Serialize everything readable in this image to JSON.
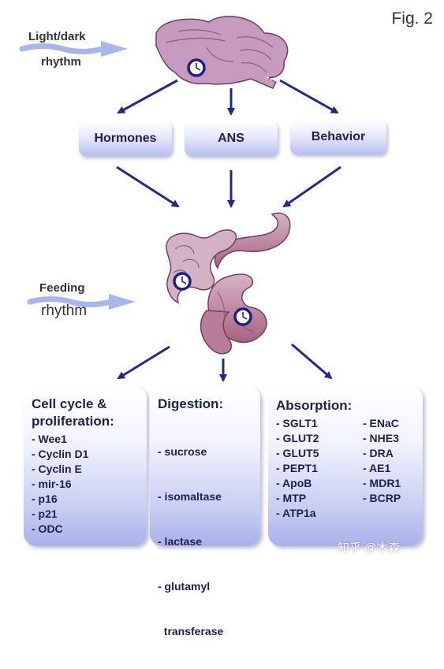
{
  "figure_label": "Fig. 2",
  "light_dark": {
    "line1": "Light/dark",
    "line2": "rhythm"
  },
  "feeding": {
    "line1": "Feeding",
    "line2": "rhythm"
  },
  "mediators": [
    "Hormones",
    "ANS",
    "Behavior"
  ],
  "cell_cycle": {
    "title_line1": "Cell cycle &",
    "title_line2": "proliferation:",
    "items": [
      "- Wee1",
      "- Cyclin D1",
      "- Cyclin E",
      "- mir-16",
      "- p16",
      "- p21",
      "- ODC"
    ]
  },
  "digestion": {
    "title": "Digestion:",
    "items": [
      "- sucrose",
      "- isomaltase",
      "- lactase",
      "- glutamyl",
      "  transferase"
    ]
  },
  "absorption": {
    "title": "Absorption:",
    "col1": [
      "- SGLT1",
      "- GLUT2",
      "- GLUT5",
      "- PEPT1",
      "- ApoB",
      "- MTP",
      "- ATP1a"
    ],
    "col2": [
      "- ENaC",
      "- NHE3",
      "- DRA",
      "- AE1",
      "- MDR1",
      "- BCRP"
    ]
  },
  "watermark": "知乎 @木森",
  "colors": {
    "arrow": "#1e2a8f",
    "clock": "#1c1f8a",
    "brain": "#c79bbd",
    "gut": "#c7a1b6",
    "gut_dark": "#a86480",
    "rhythm_arrow": "#a9b6ee"
  },
  "icons": {
    "brain": "mouse-brain-icon",
    "gut": "gut-icon",
    "clock": "clock-icon"
  }
}
